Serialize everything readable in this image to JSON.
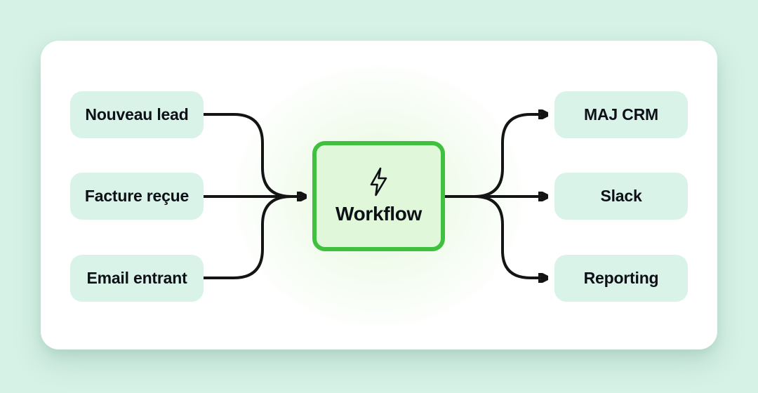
{
  "diagram": {
    "inputs": [
      {
        "label": "Nouveau lead"
      },
      {
        "label": "Facture reçue"
      },
      {
        "label": "Email entrant"
      }
    ],
    "center": {
      "label": "Workflow",
      "icon": "lightning-bolt-icon"
    },
    "outputs": [
      {
        "label": "MAJ CRM"
      },
      {
        "label": "Slack"
      },
      {
        "label": "Reporting"
      }
    ]
  },
  "colors": {
    "page-bg": "#d6f1e6",
    "card-bg": "#ffffff",
    "node-bg": "#d9f3e9",
    "center-bg": "#e0f7da",
    "accent": "#3fc13f",
    "line": "#141414",
    "text": "#0d1117"
  }
}
